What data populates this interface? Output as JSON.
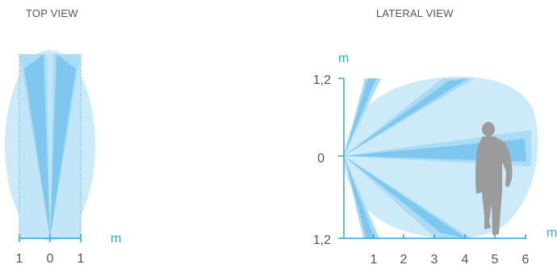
{
  "top_view": {
    "title": "TOP VIEW",
    "unit": "m",
    "x_ticks": [
      "1",
      "0",
      "1"
    ]
  },
  "lateral_view": {
    "title": "LATERAL VIEW",
    "y_unit": "m",
    "x_unit": "m",
    "y_ticks": [
      "1,2",
      "0",
      "1,2"
    ],
    "x_ticks": [
      "1",
      "2",
      "3",
      "4",
      "5",
      "6"
    ]
  },
  "colors": {
    "zone_light": "#cdeaf9",
    "beam_mid": "#aadcf5",
    "beam_dark": "#7ec8ef",
    "axis": "#29a8e0",
    "label_text": "#555555",
    "person": "#9b9b9b"
  },
  "icons": {
    "person": "person-silhouette-icon"
  }
}
